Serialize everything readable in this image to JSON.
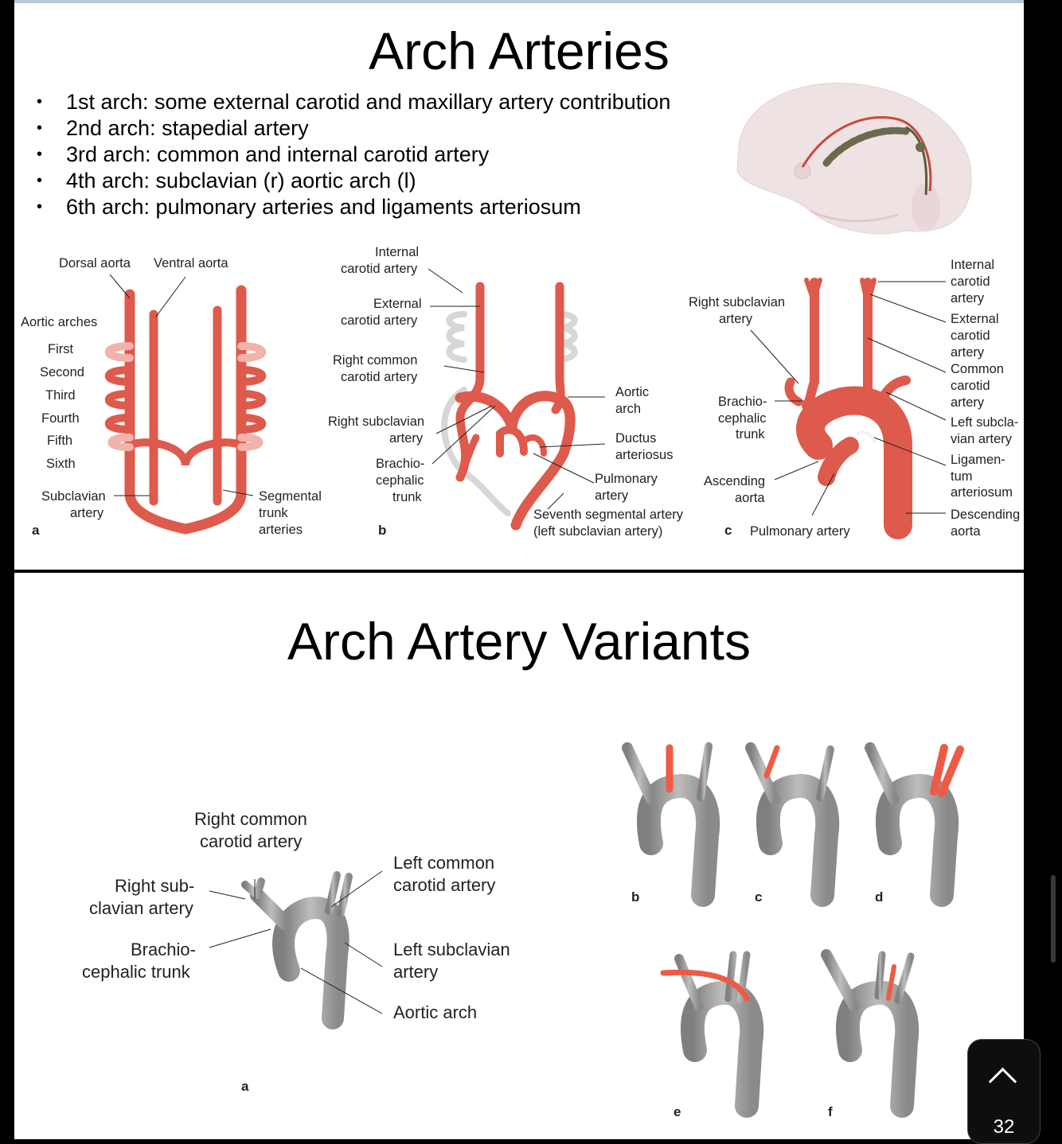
{
  "slide1": {
    "title": "Arch Arteries",
    "bullets": [
      "1st arch: some external carotid and maxillary artery contribution",
      "2nd arch: stapedial artery",
      "3rd arch: common and internal carotid artery",
      "4th arch: subclavian (r) aortic arch (l)",
      "6th arch: pulmonary arteries and ligaments arteriosum"
    ],
    "fig_a": {
      "dorsal": "Dorsal aorta",
      "ventral": "Ventral aorta",
      "arches": "Aortic arches",
      "first": "First",
      "second": "Second",
      "third": "Third",
      "fourth": "Fourth",
      "fifth": "Fifth",
      "sixth": "Sixth",
      "subclavian_1": "Subclavian",
      "subclavian_2": "artery",
      "segmental_1": "Segmental",
      "segmental_2": "trunk",
      "segmental_3": "arteries",
      "letter": "a"
    },
    "fig_b": {
      "internal_1": "Internal",
      "internal_2": "carotid artery",
      "external_1": "External",
      "external_2": "carotid artery",
      "rcommon_1": "Right common",
      "rcommon_2": "carotid artery",
      "rsub_1": "Right subclavian",
      "rsub_2": "artery",
      "brachio_1": "Brachio-",
      "brachio_2": "cephalic",
      "brachio_3": "trunk",
      "aortic_1": "Aortic",
      "aortic_2": "arch",
      "ductus_1": "Ductus",
      "ductus_2": "arteriosus",
      "pulm_1": "Pulmonary",
      "pulm_2": "artery",
      "seventh_1": "Seventh segmental artery",
      "seventh_2": "(left subclavian artery)",
      "letter": "b"
    },
    "fig_c": {
      "rsub_1": "Right subclavian",
      "rsub_2": "artery",
      "brachio_1": "Brachio-",
      "brachio_2": "cephalic",
      "brachio_3": "trunk",
      "asc_1": "Ascending",
      "asc_2": "aorta",
      "pulm": "Pulmonary artery",
      "letter": "c",
      "internal_1": "Internal",
      "internal_2": "carotid",
      "internal_3": "artery",
      "external_1": "External",
      "external_2": "carotid",
      "external_3": "artery",
      "common_1": "Common",
      "common_2": "carotid",
      "common_3": "artery",
      "lsub_1": "Left subcla-",
      "lsub_2": "vian artery",
      "lig_1": "Ligamen-",
      "lig_2": "tum",
      "lig_3": "arteriosum",
      "desc_1": "Descending",
      "desc_2": "aorta"
    }
  },
  "slide2": {
    "title": "Arch Artery Variants",
    "fig_a": {
      "rcommon_1": "Right common",
      "rcommon_2": "carotid artery",
      "rsub_1": "Right sub-",
      "rsub_2": "clavian artery",
      "brachio_1": "Brachio-",
      "brachio_2": "cephalic trunk",
      "lcommon_1": "Left common",
      "lcommon_2": "carotid artery",
      "lsub_1": "Left subclavian",
      "lsub_2": "artery",
      "arch": "Aortic arch",
      "letter": "a"
    },
    "variant_letters": [
      "b",
      "c",
      "d",
      "e",
      "f"
    ]
  },
  "viewer": {
    "page_number": "32",
    "scroll_icon": "chevron-up-icon"
  },
  "colors": {
    "artery_red": "#de5a4c",
    "artery_pale": "#f2b3aa",
    "vessel_gray": "#9c9c9c",
    "highlight_red": "#ee5b45"
  }
}
